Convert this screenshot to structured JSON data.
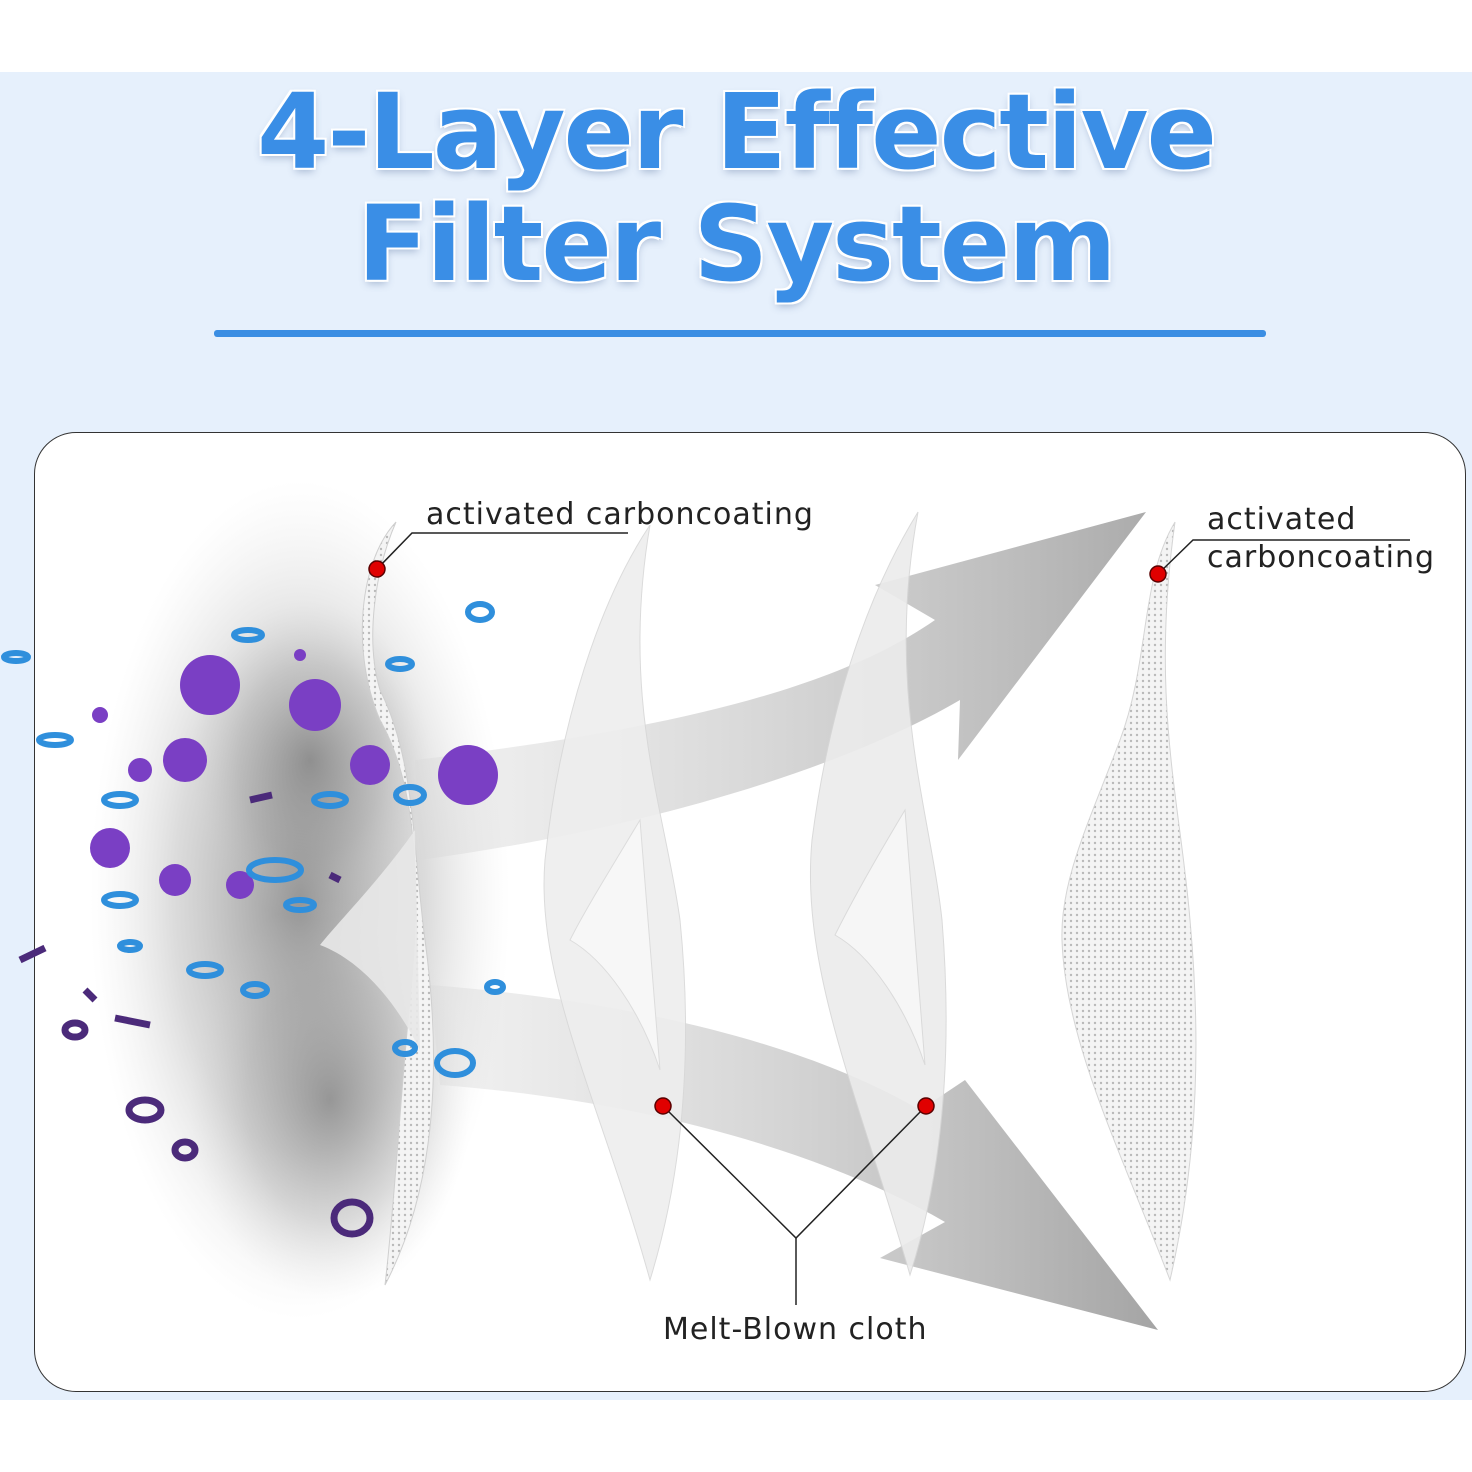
{
  "title": {
    "line1": "4-Layer Effective",
    "line2": "Filter System"
  },
  "labels": {
    "carbon_left": "activated carboncoating",
    "carbon_right_line1": "activated",
    "carbon_right_line2": "carboncoating",
    "melt_blown": "Melt-Blown cloth"
  },
  "colors": {
    "title_blue": "#3a8ee6",
    "background_band": "#e6f0fc",
    "marker_red": "#e00000",
    "particle_purple": "#7a3fc4",
    "particle_blue": "#2f8fdc"
  }
}
